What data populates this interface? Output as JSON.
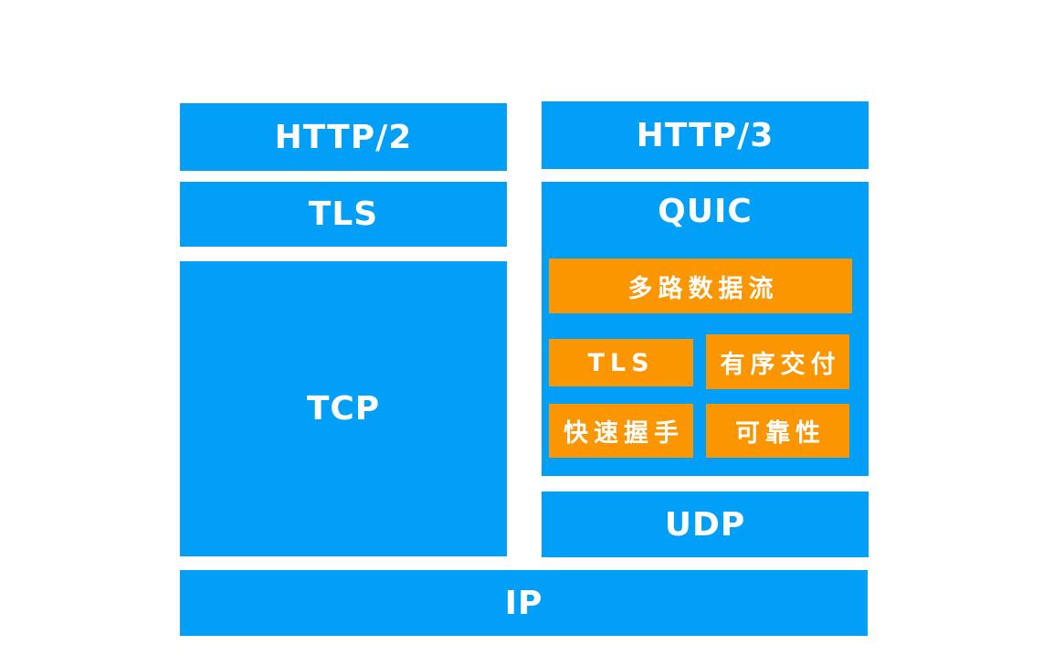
{
  "colors": {
    "box_blue": "#019ff7",
    "box_orange": "#fb9600",
    "label_text": "#ffffff",
    "background": "#ffffff"
  },
  "diagram": {
    "http2_stack": {
      "http2_label": "HTTP/2",
      "tls_label": "TLS",
      "tcp_label": "TCP"
    },
    "http3_stack": {
      "http3_label": "HTTP/3",
      "quic": {
        "title": "QUIC",
        "features": [
          {
            "id": "multiplexed-streams",
            "label": "多路数据流"
          },
          {
            "id": "tls",
            "label": "TLS"
          },
          {
            "id": "ordered-delivery",
            "label": "有序交付"
          },
          {
            "id": "fast-handshake",
            "label": "快速握手"
          },
          {
            "id": "reliability",
            "label": "可靠性"
          }
        ]
      },
      "udp_label": "UDP"
    },
    "network_layer": {
      "ip_label": "IP"
    }
  }
}
